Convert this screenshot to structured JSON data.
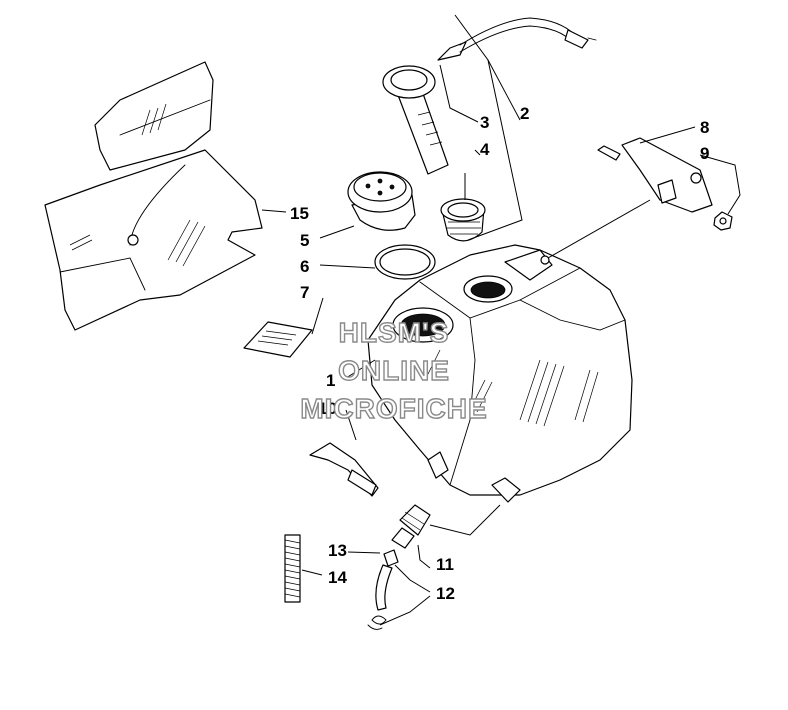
{
  "diagram": {
    "callouts": [
      {
        "id": "c1",
        "label": "1"
      },
      {
        "id": "c2",
        "label": "2"
      },
      {
        "id": "c3",
        "label": "3"
      },
      {
        "id": "c4",
        "label": "4"
      },
      {
        "id": "c5",
        "label": "5"
      },
      {
        "id": "c6",
        "label": "6"
      },
      {
        "id": "c7",
        "label": "7"
      },
      {
        "id": "c8",
        "label": "8"
      },
      {
        "id": "c9",
        "label": "9"
      },
      {
        "id": "c10",
        "label": "10"
      },
      {
        "id": "c11",
        "label": "11"
      },
      {
        "id": "c12",
        "label": "12"
      },
      {
        "id": "c13",
        "label": "13"
      },
      {
        "id": "c14",
        "label": "14"
      },
      {
        "id": "c15",
        "label": "15"
      }
    ]
  },
  "watermark": {
    "line1": "HLSM'S",
    "line2": "ONLINE",
    "line3": "MICROFICHE"
  }
}
